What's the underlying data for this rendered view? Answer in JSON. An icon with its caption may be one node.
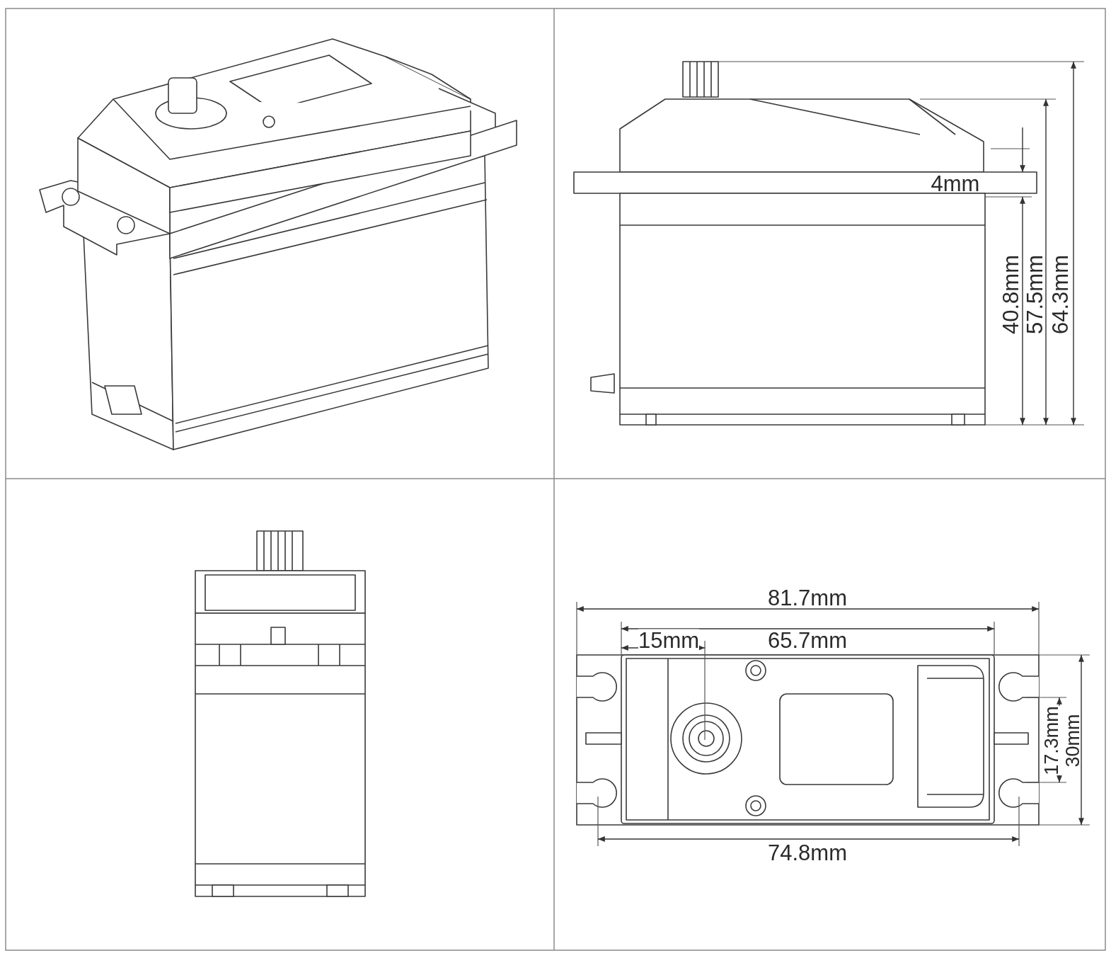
{
  "diagram": {
    "labels": [
      "4mm",
      "40.8mm",
      "57.5mm",
      "64.3mm",
      "81.7mm",
      "15mm",
      "65.7mm",
      "17.3mm",
      "30mm",
      "74.8mm"
    ]
  }
}
